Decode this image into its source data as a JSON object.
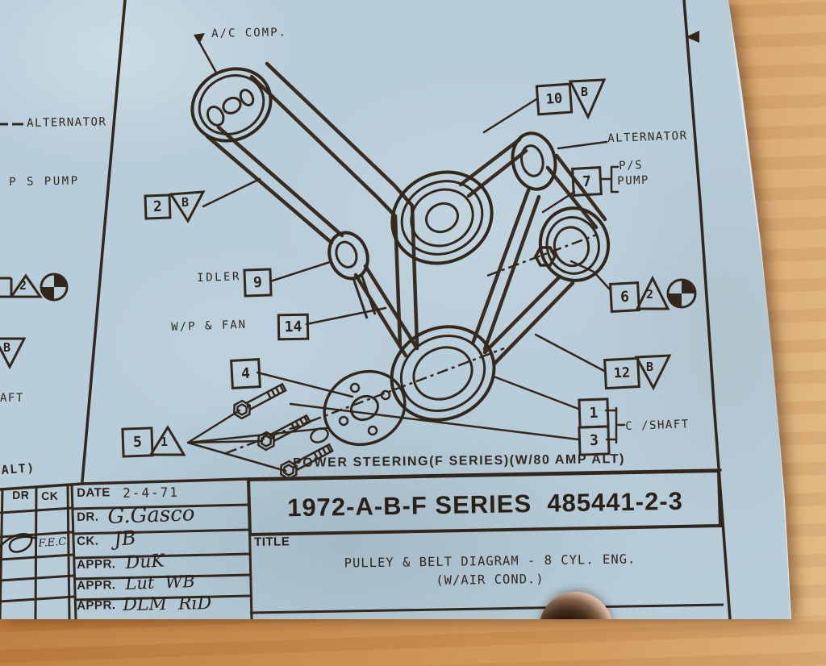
{
  "photo": {
    "paper_color": "#b7cdd9",
    "cardboard_color": "#c98a4e",
    "ink_color": "#33271b"
  },
  "diagram": {
    "labels": {
      "ac_comp": "A/C COMP.",
      "idler": "IDLER",
      "wp_fan": "W/P & FAN",
      "alternator": "ALTERNATOR",
      "ps": "P/S",
      "pump": "PUMP",
      "c_shaft": "C /SHAFT",
      "power_steering": "POWER STEERING(F SERIES)(W/80 AMP ALT)"
    },
    "callouts": {
      "box2": "2",
      "tri_b_belt": "B",
      "box9": "9",
      "box14": "14",
      "box4": "4",
      "box5": "5",
      "tri_1": "1",
      "box10": "10",
      "tri_b_alt_belt": "B",
      "box7": "7",
      "box6": "6",
      "tri_2": "2",
      "box12": "12",
      "tri_b_ps_belt": "B",
      "box1": "1",
      "box3": "3"
    }
  },
  "left_panel": {
    "alternator": "ALTERNATOR",
    "ps_pump": "P S PUMP",
    "tri_2": "2",
    "tri_b": "B",
    "shaft_fragment": "AFT",
    "alt_fragment": "ALT)"
  },
  "title_block": {
    "series_title": "1972-A-B-F SERIES  485441-2-3",
    "title_label": "TITLE",
    "title_line1": "PULLEY & BELT DIAGRAM - 8 CYL. ENG.",
    "title_line2": "(W/AIR COND.)",
    "date_label": "DATE",
    "date_value": "2-4-71",
    "dr_label": "DR.",
    "dr_value": "G.Gasco",
    "ck_label": "CK.",
    "ck_value": "JB",
    "appr_label": "APPR.",
    "appr1_value": "DuK",
    "appr2_value": "Lut  WB",
    "appr3_value": "DLM  RiD",
    "rev_dr": "DR",
    "rev_ck": "CK",
    "rev_note": "F.E.C."
  }
}
